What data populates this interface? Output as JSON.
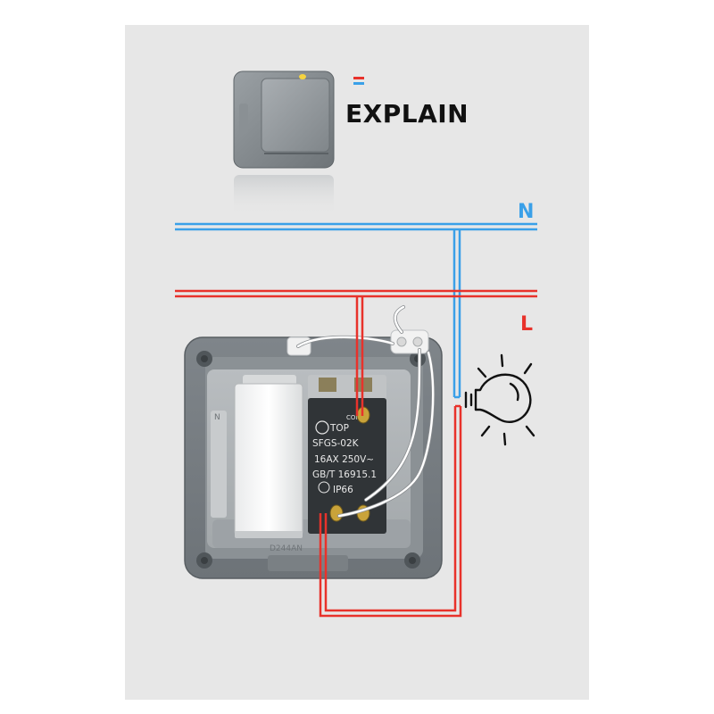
{
  "heading": "EXPLAIN",
  "lines": {
    "neutral_label": "N",
    "live_label": "L"
  },
  "colors": {
    "neutral": "#3aa0e8",
    "live": "#e8322b",
    "housing": "#7b8185",
    "panel_bg": "#e7e7e7"
  },
  "icons": {
    "switch_thumbnail": "switch-product-icon",
    "lamp": "light-bulb-icon",
    "flag": "color-flag-icon"
  },
  "module": {
    "brand_mark": "TOP",
    "com": "COM",
    "model": "SFGS-02K",
    "rating": "16AX 250V~",
    "standard": "GB/T 16915.1",
    "ip": "IP66",
    "housing_code": "D244AN",
    "housing_mark": "N"
  }
}
